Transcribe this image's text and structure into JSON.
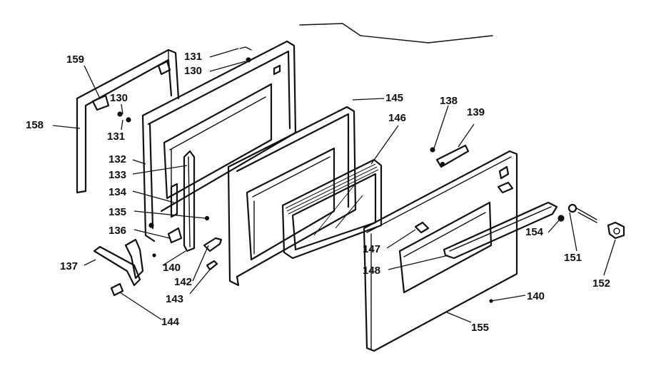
{
  "labels": [
    {
      "text": "159"
    },
    {
      "text": "158"
    },
    {
      "text": "130"
    },
    {
      "text": "131"
    },
    {
      "text": "131"
    },
    {
      "text": "130"
    },
    {
      "text": "132"
    },
    {
      "text": "133"
    },
    {
      "text": "134"
    },
    {
      "text": "135"
    },
    {
      "text": "136"
    },
    {
      "text": "137"
    },
    {
      "text": "140"
    },
    {
      "text": "142"
    },
    {
      "text": "143"
    },
    {
      "text": "144"
    },
    {
      "text": "145"
    },
    {
      "text": "146"
    },
    {
      "text": "138"
    },
    {
      "text": "139"
    },
    {
      "text": "154"
    },
    {
      "text": "151"
    },
    {
      "text": "152"
    },
    {
      "text": "147"
    },
    {
      "text": "148"
    },
    {
      "text": "140"
    },
    {
      "text": "155"
    }
  ]
}
